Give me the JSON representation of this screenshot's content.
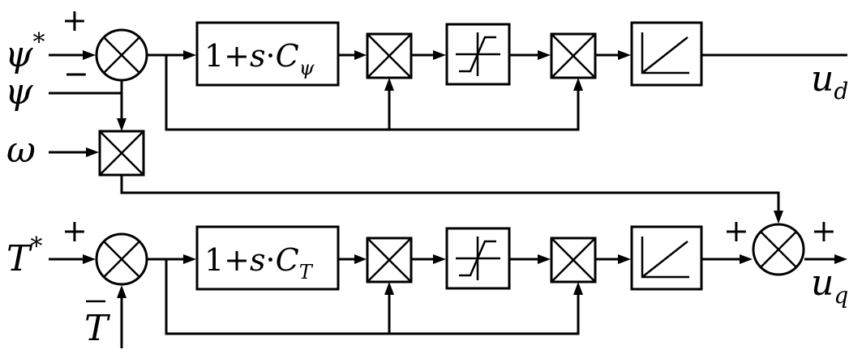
{
  "inputs": {
    "psi_ref": {
      "sym": "ψ",
      "sup": "*"
    },
    "psi": {
      "sym": "ψ"
    },
    "omega": {
      "sym": "ω"
    },
    "torque_ref": {
      "sym": "T",
      "sup": "*"
    },
    "torque_est": {
      "sym": "T"
    }
  },
  "outputs": {
    "ud": {
      "sym": "u",
      "sub": "d"
    },
    "uq": {
      "sym": "u",
      "sub": "q"
    }
  },
  "signs": {
    "plus": "+",
    "minus": "−"
  },
  "blocks": {
    "flux_gain": {
      "prefix": "1+",
      "var": "s",
      "dot": "·",
      "coef": "C",
      "sub": "ψ"
    },
    "torque_gain": {
      "prefix": "1+",
      "var": "s",
      "dot": "·",
      "coef": "C",
      "sub": "T"
    }
  },
  "icons": {
    "summing": "summing-junction-icon",
    "multiplier": "multiplier-icon",
    "saturation": "saturation-icon",
    "ramp": "ramp-icon"
  }
}
